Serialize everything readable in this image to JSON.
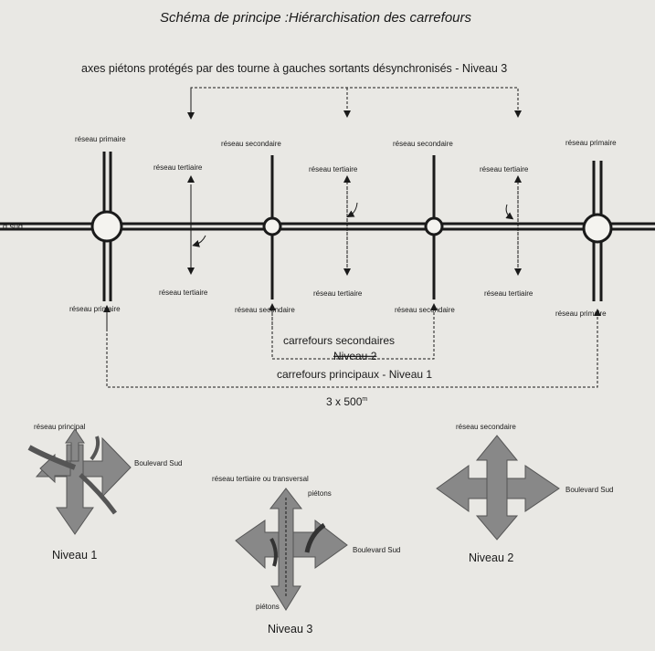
{
  "title": "Schéma de principe   :Hiérarchisation des carrefours",
  "subtitle": "axes piétons protégés par des tourne à gauches sortants désynchronisés - Niveau 3",
  "road_label": "d sud",
  "labels": {
    "reseau_primaire": "réseau primaire",
    "reseau_secondaire": "réseau secondaire",
    "reseau_tertiaire": "réseau tertiaire",
    "reseau_principal": "réseau principal",
    "reseau_tertiaire_transversal": "réseau tertiaire ou transversal",
    "pietons": "piétons",
    "boulevard_sud": "Boulevard Sud"
  },
  "carrefours_secondaires": "carrefours secondaires",
  "niveau_2_center": "Niveau 2",
  "carrefours_principaux": "carrefours principaux - Niveau 1",
  "distance_value": "3 x 500",
  "distance_unit": "m",
  "levels": {
    "niveau1": "Niveau 1",
    "niveau2": "Niveau 2",
    "niveau3": "Niveau 3"
  }
}
